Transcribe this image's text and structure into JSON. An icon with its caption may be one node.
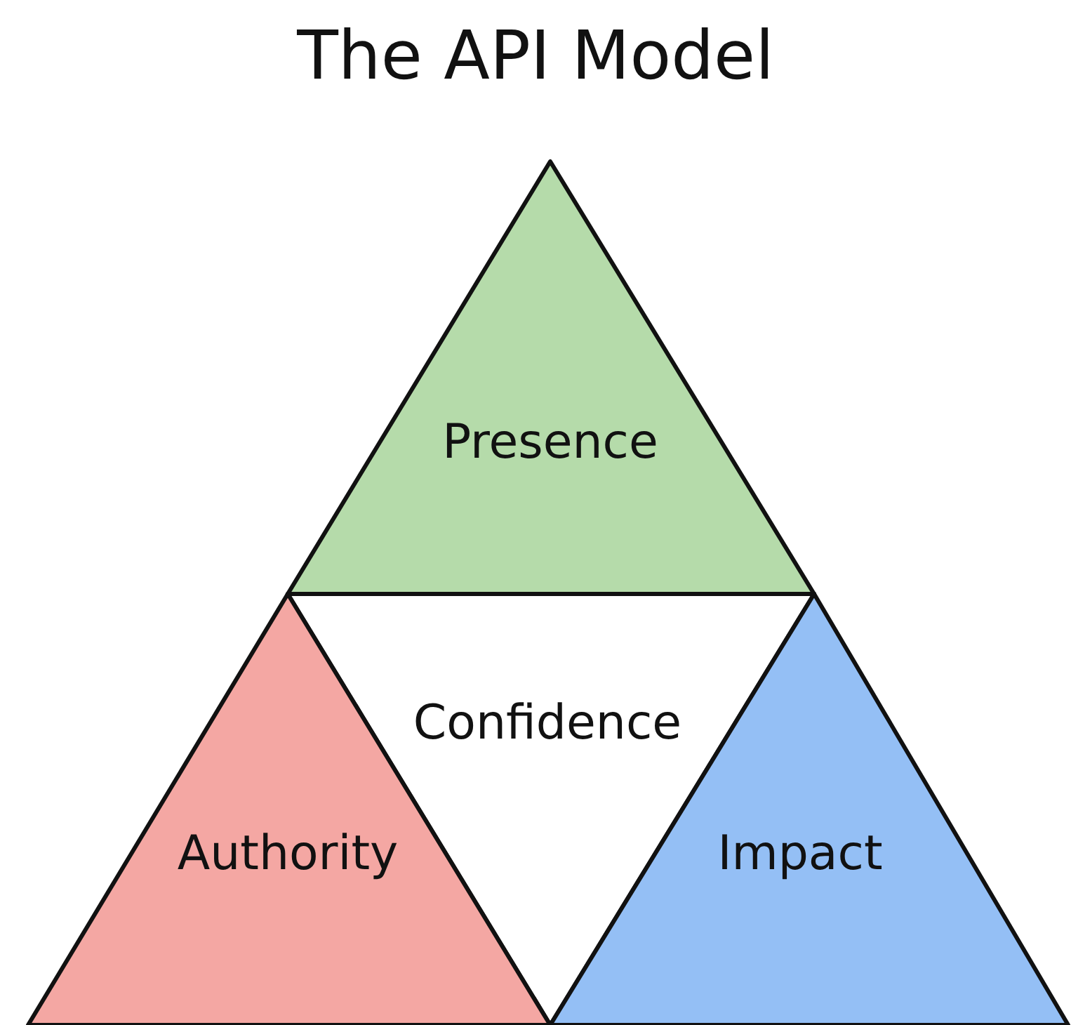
{
  "diagram": {
    "title": "The API Model",
    "nodes": [
      {
        "text": [
          "Presence"
        ]
      },
      {
        "text": [
          "Confidence"
        ]
      },
      {
        "text": [
          "Authority"
        ]
      },
      {
        "text": [
          "Impact"
        ]
      }
    ]
  }
}
